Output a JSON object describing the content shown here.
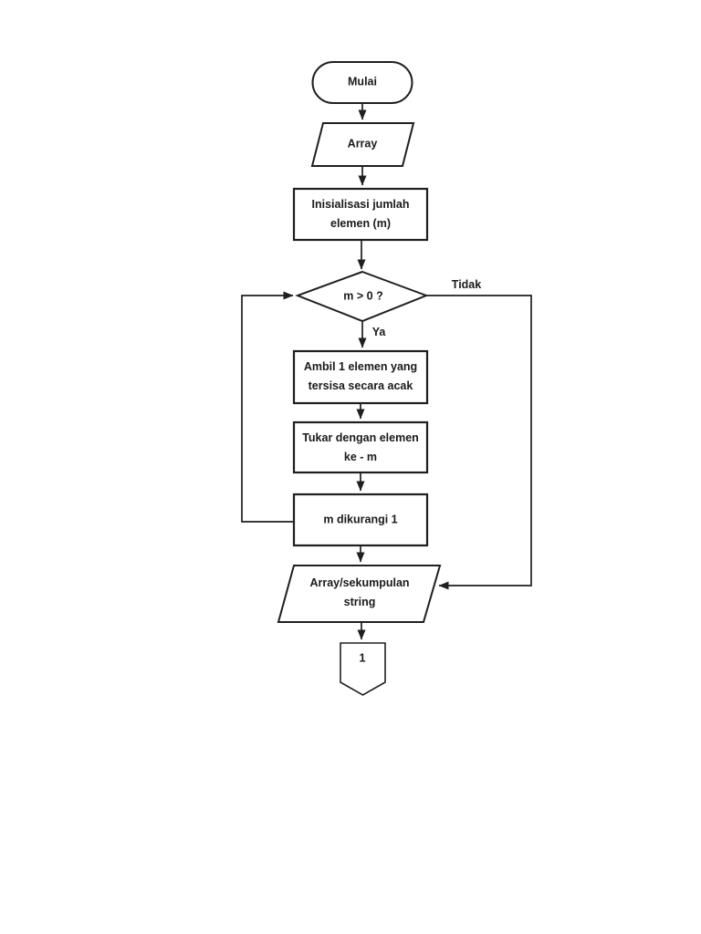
{
  "page": {
    "background": "#ffffff"
  },
  "diagram": {
    "type": "flowchart",
    "colors": {
      "stroke": "#1f1f1f",
      "text": "#1a1a1a",
      "shape_fill": "#ffffff"
    },
    "nodes": {
      "start": {
        "shape": "terminator",
        "label": "Mulai"
      },
      "input_array": {
        "shape": "input-output",
        "label": "Array"
      },
      "init": {
        "shape": "process",
        "label": [
          "Inisialisasi jumlah",
          "elemen (m)"
        ]
      },
      "decision": {
        "shape": "decision",
        "label": "m > 0 ?"
      },
      "take_random": {
        "shape": "process",
        "label": [
          "Ambil 1 elemen yang",
          "tersisa secara acak"
        ]
      },
      "swap": {
        "shape": "process",
        "label": [
          "Tukar dengan elemen",
          "ke - m"
        ]
      },
      "decrement": {
        "shape": "process",
        "label": "m dikurangi 1"
      },
      "output_array": {
        "shape": "input-output",
        "label": [
          "Array/sekumpulan",
          "string"
        ]
      },
      "offpage_connector": {
        "shape": "offpage-connector",
        "label": "1"
      }
    },
    "edge_labels": {
      "yes": "Ya",
      "no": "Tidak"
    }
  }
}
